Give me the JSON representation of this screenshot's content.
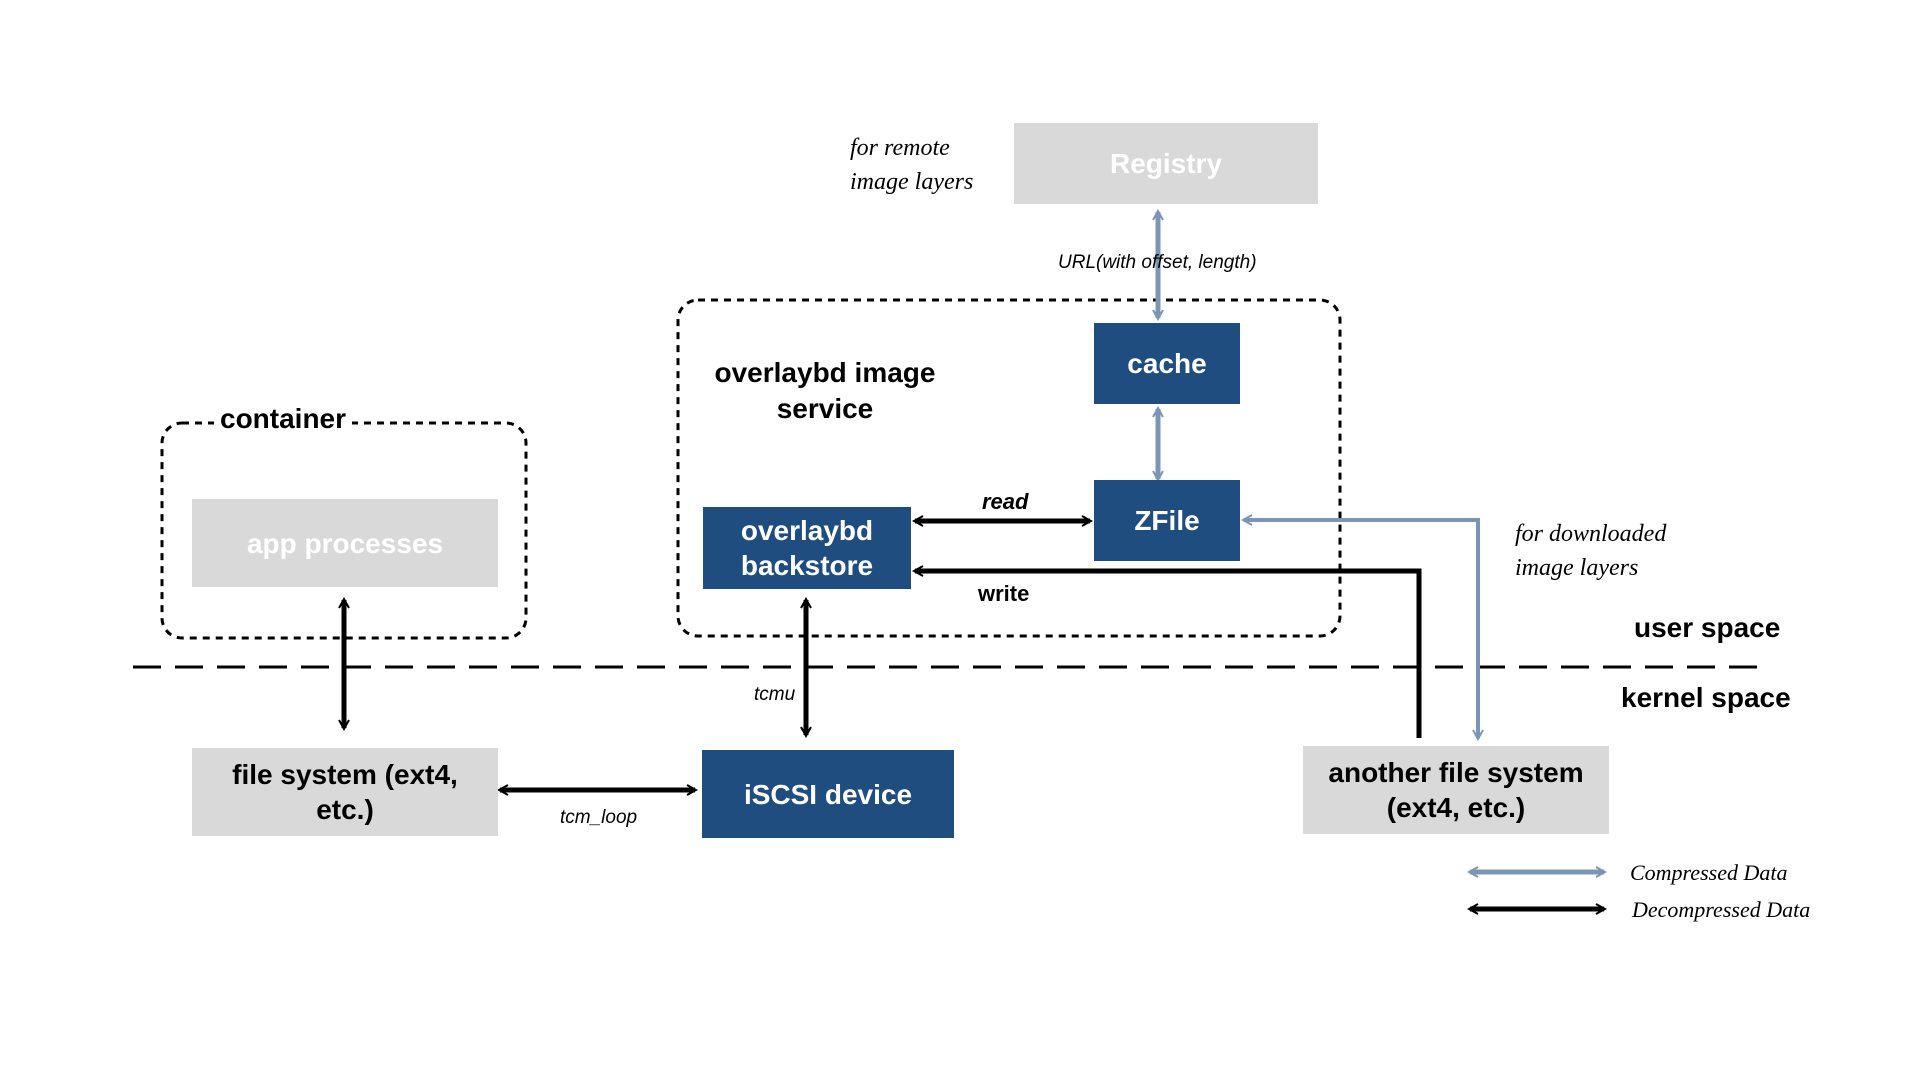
{
  "nodes": {
    "registry": "Registry",
    "cache": "cache",
    "zfile": "ZFile",
    "backstore": "overlaybd backstore",
    "app_processes": "app processes",
    "file_system": "file system (ext4, etc.)",
    "iscsi_device": "iSCSI device",
    "another_fs": "another file system (ext4, etc.)"
  },
  "groups": {
    "container": "container",
    "image_service": "overlaybd image service"
  },
  "labels": {
    "remote_note": "for remote image layers",
    "url": "URL(with offset, length)",
    "read": "read",
    "write": "write",
    "downloaded_note": "for downloaded image layers",
    "tcmu": "tcmu",
    "tcm_loop": "tcm_loop",
    "user_space": "user space",
    "kernel_space": "kernel space"
  },
  "legend": {
    "compressed": "Compressed Data",
    "decompressed": "Decompressed Data"
  },
  "colors": {
    "navy_box": "#1f4d80",
    "gray_box": "#d9d9d9",
    "compressed_arrow": "#7b96b5",
    "decompressed_arrow": "#000000"
  }
}
